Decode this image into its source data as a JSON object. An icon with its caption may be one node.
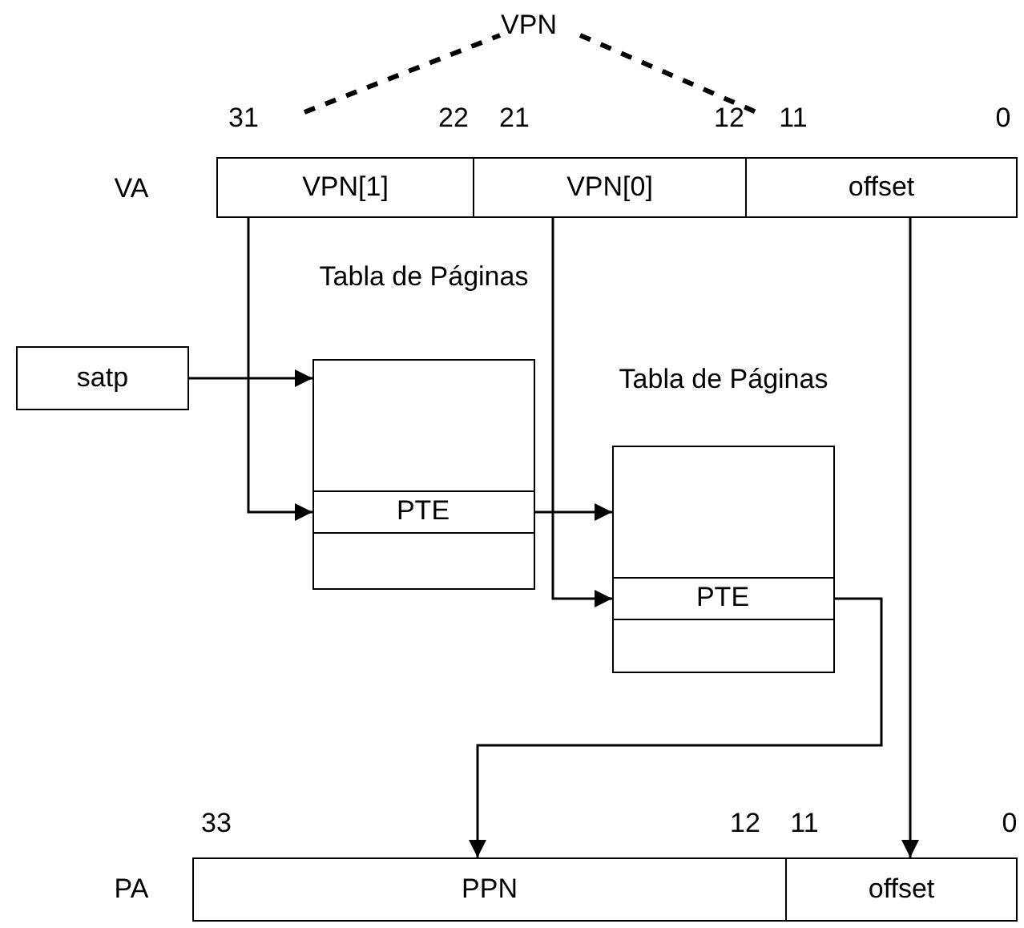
{
  "diagram": {
    "nodes": [
      {
        "text": [
          "VPN[1]"
        ]
      },
      {
        "text": [
          "VPN[0]"
        ]
      },
      {
        "text": [
          "offset"
        ]
      },
      {
        "text": [
          "satp"
        ]
      },
      {
        "text": [
          "Tabla de Páginas"
        ]
      },
      {
        "text": [
          "PTE"
        ],
        "in": 4
      },
      {
        "text": [
          "Tabla de Páginas"
        ]
      },
      {
        "text": [
          "PTE"
        ],
        "in": 6
      },
      {
        "text": [
          "PPN"
        ]
      },
      {
        "text": [
          "offset"
        ]
      }
    ],
    "edges": [
      {
        "from": 3,
        "to": 4,
        "arrow": "to"
      },
      {
        "from": 0,
        "to": 5,
        "arrow": "to"
      },
      {
        "from": 5,
        "to": 6,
        "arrow": "to"
      },
      {
        "from": 1,
        "to": 7,
        "arrow": "to"
      },
      {
        "from": 7,
        "to": 8,
        "arrow": "to"
      },
      {
        "from": 2,
        "to": 9,
        "arrow": "to"
      }
    ],
    "labels": [
      "VPN",
      "31",
      "22",
      "21",
      "12",
      "11",
      "0",
      "VA",
      "PA",
      "33",
      "12",
      "11",
      "0"
    ]
  }
}
